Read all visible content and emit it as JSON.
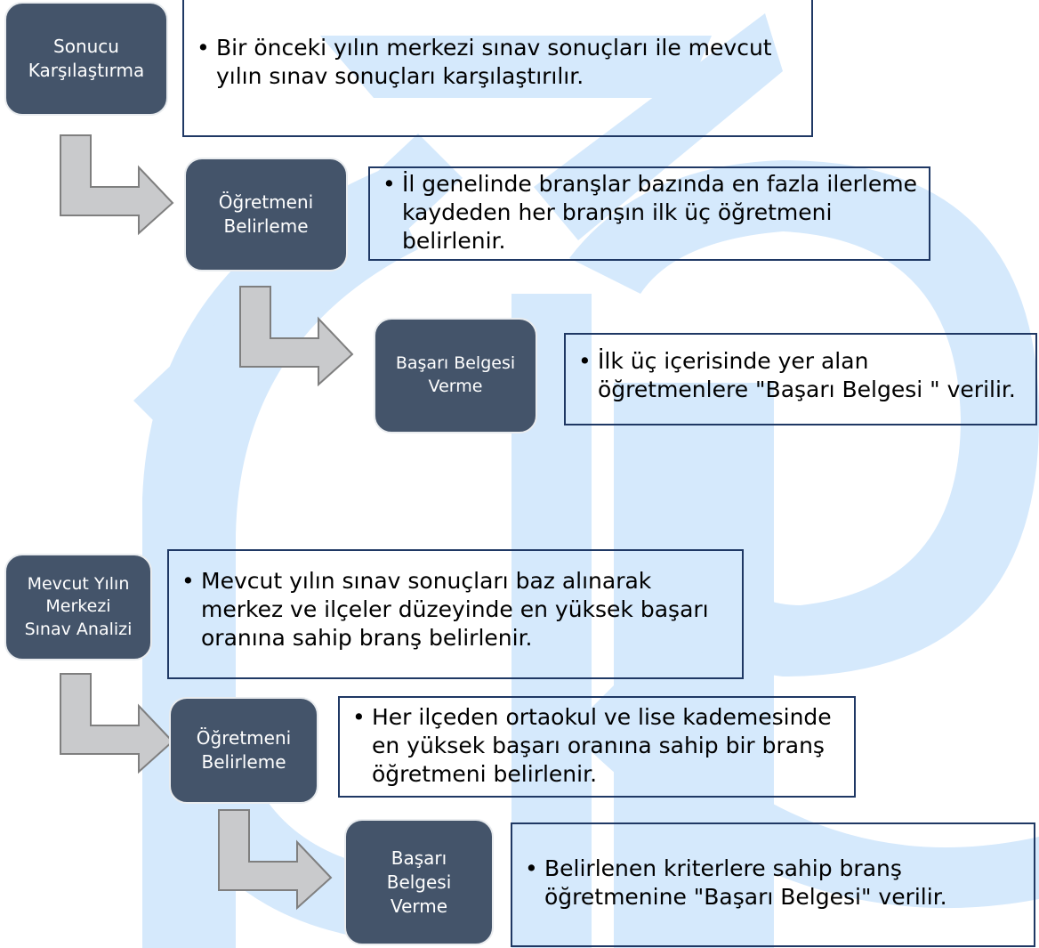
{
  "colors": {
    "step_fill": "#44546a",
    "step_text": "#ffffff",
    "desc_border": "#1f3864",
    "arrow_fill": "#c9cacc",
    "arrow_stroke": "#7f7f7f",
    "watermark": "#cfe5fb"
  },
  "icons": {
    "connector": "bent-arrow-icon",
    "background": "logo-watermark"
  },
  "flow_1": {
    "steps": [
      {
        "label": "Sonucu\nKarşılaştırma",
        "desc": "Bir önceki yılın merkezi sınav sonuçları ile mevcut yılın sınav sonuçları karşılaştırılır."
      },
      {
        "label": "Öğretmeni\nBelirleme",
        "desc": "İl genelinde branşlar bazında en fazla ilerleme kaydeden her branşın ilk üç öğretmeni belirlenir."
      },
      {
        "label": "Başarı Belgesi\nVerme",
        "desc": "İlk üç içerisinde yer alan öğretmenlere \"Başarı Belgesi \" verilir."
      }
    ]
  },
  "flow_2": {
    "steps": [
      {
        "label": "Mevcut Yılın\nMerkezi\nSınav Analizi",
        "desc": "Mevcut yılın sınav sonuçları baz alınarak merkez ve  ilçeler düzeyinde en yüksek başarı oranına sahip branş belirlenir."
      },
      {
        "label": "Öğretmeni\nBelirleme",
        "desc": "Her ilçeden ortaokul ve lise kademesinde en yüksek başarı oranına sahip bir branş öğretmeni belirlenir."
      },
      {
        "label": "Başarı\nBelgesi\nVerme",
        "desc": "Belirlenen kriterlere sahip  branş öğretmenine \"Başarı Belgesi\" verilir."
      }
    ]
  }
}
